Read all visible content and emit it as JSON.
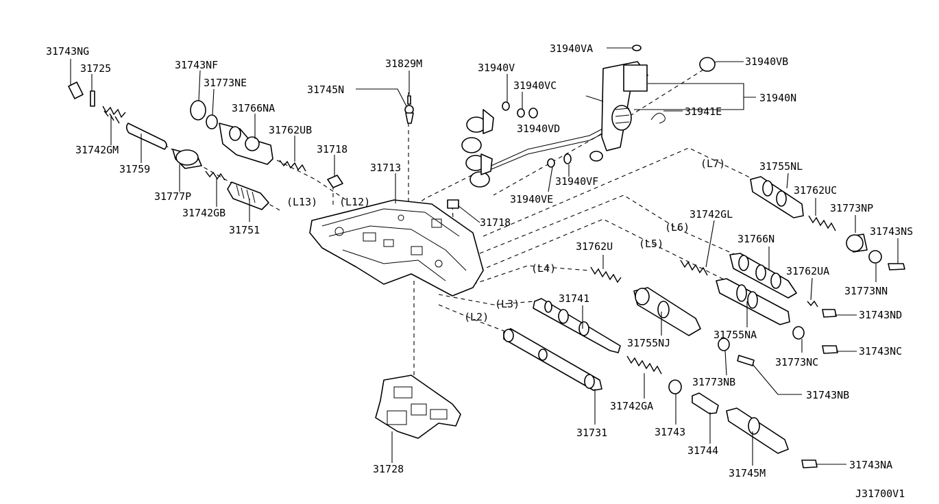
{
  "diagram": {
    "code": "J31700V1",
    "part_labels": {
      "p31743NG": "31743NG",
      "p31725": "31725",
      "p31743NF": "31743NF",
      "p31773NE": "31773NE",
      "p31766NA": "31766NA",
      "p31762UB": "31762UB",
      "p31742GM": "31742GM",
      "p31759": "31759",
      "p31777P": "31777P",
      "p31742GB": "31742GB",
      "p31751": "31751",
      "p31745N": "31745N",
      "p31829M": "31829M",
      "p31718a": "31718",
      "p31718b": "31718",
      "p31713": "31713",
      "p31940V": "31940V",
      "p31940VC": "31940VC",
      "p31940VD": "31940VD",
      "p31940VE": "31940VE",
      "p31940VF": "31940VF",
      "p31940VA": "31940VA",
      "p31940VB": "31940VB",
      "p31940N": "31940N",
      "p31941E": "31941E",
      "p31755NL": "31755NL",
      "p31762UC": "31762UC",
      "p31773NP": "31773NP",
      "p31743NS": "31743NS",
      "p31773NN": "31773NN",
      "p31742GL": "31742GL",
      "p31766N": "31766N",
      "p31762UA": "31762UA",
      "p31743ND": "31743ND",
      "p31762U": "31762U",
      "p31741": "31741",
      "p31755NJ": "31755NJ",
      "p31755NA": "31755NA",
      "p31773NC": "31773NC",
      "p31743NC": "31743NC",
      "p31773NB": "31773NB",
      "p31743NB": "31743NB",
      "p31742GA": "31742GA",
      "p31743": "31743",
      "p31731": "31731",
      "p31744": "31744",
      "p31745M": "31745M",
      "p31743NA": "31743NA",
      "p31728": "31728"
    },
    "line_refs": {
      "L2": "(L2)",
      "L3": "(L3)",
      "L4": "(L4)",
      "L5": "(L5)",
      "L6": "(L6)",
      "L7": "(L7)",
      "L12": "(L12)",
      "L13": "(L13)"
    }
  }
}
